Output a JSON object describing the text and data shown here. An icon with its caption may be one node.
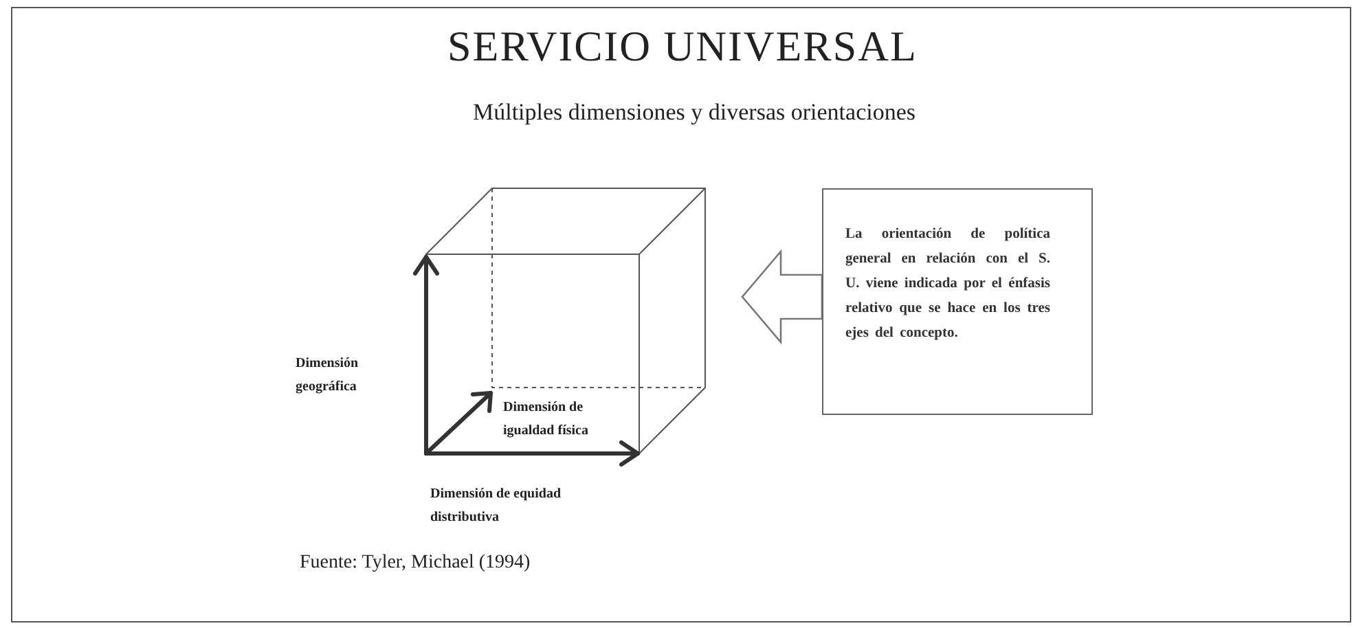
{
  "diagram": {
    "title": "SERVICIO UNIVERSAL",
    "nodes": [
      {
        "text": [],
        "shape": "cube"
      },
      {
        "text": [
          "La orientación de política general en relación con el S. U. viene indicada por el énfasis relativo que se hace en los tres ejes del concepto."
        ]
      }
    ],
    "edges": [
      {
        "from": 1,
        "to": 0,
        "arrow": "to"
      }
    ],
    "labels": [
      "Múltiples dimensiones y diversas orientaciones",
      "Dimensión geográfica",
      "Dimensión de igualdad física",
      "Dimensión de equidad distributiva"
    ],
    "caption": "Fuente: Tyler, Michael (1994)"
  }
}
